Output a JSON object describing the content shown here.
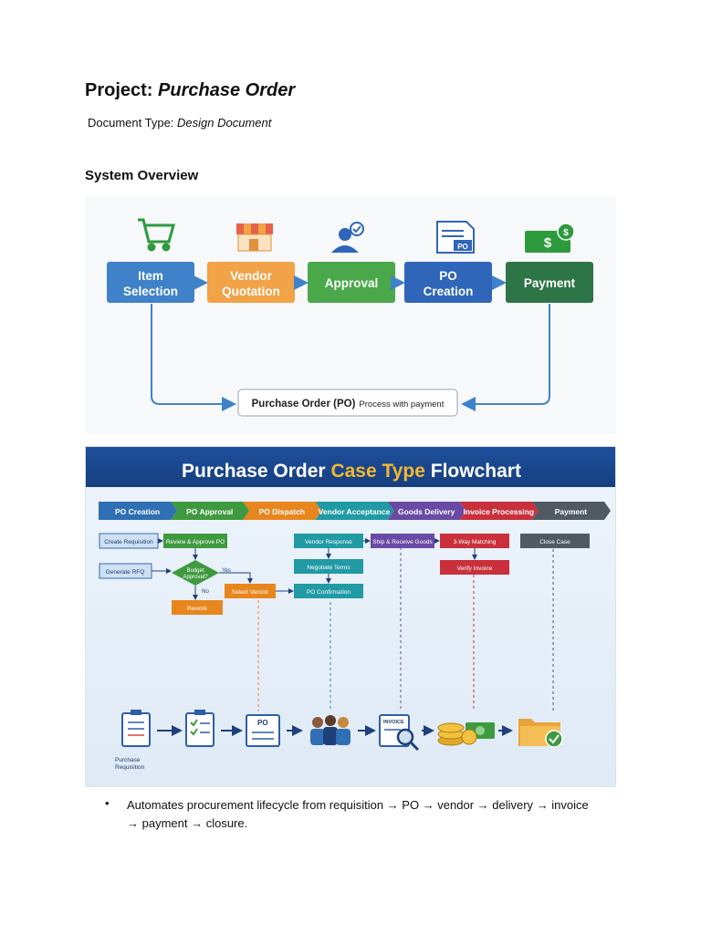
{
  "doc": {
    "title_prefix": "Project: ",
    "title_italic": "Purchase Order",
    "doctype_prefix": "Document Type: ",
    "doctype_italic": "Design Document",
    "section_heading": "System Overview",
    "bullet_symbol": "•",
    "bullet_text": "Automates procurement lifecycle from requisition → PO → vendor → delivery → invoice → payment → closure."
  },
  "overview": {
    "steps": [
      {
        "line1": "Item",
        "line2": "Selection",
        "color": "#3f82c9",
        "icon": "shopping-cart-icon"
      },
      {
        "line1": "Vendor",
        "line2": "Quotation",
        "color": "#f2a247",
        "icon": "storefront-icon"
      },
      {
        "line1": "Approval",
        "line2": "",
        "color": "#4aa84a",
        "icon": "user-check-icon"
      },
      {
        "line1": "PO",
        "line2": "Creation",
        "color": "#2f66b9",
        "icon": "po-document-icon"
      },
      {
        "line1": "Payment",
        "line2": "",
        "color": "#2d7446",
        "icon": "cash-icon"
      }
    ],
    "po_icon_label": "PO",
    "dollar_label": "$",
    "result_bold": "Purchase Order (PO)",
    "result_rest": "Process with payment"
  },
  "flowchart": {
    "title_part1": "Purchase Order ",
    "title_part2": "Case Type",
    "title_part3": " Flowchart",
    "stages": [
      {
        "label": "PO Creation",
        "color": "#2f6fb3"
      },
      {
        "label": "PO Approval",
        "color": "#3f9a3f"
      },
      {
        "label": "PO Dispatch",
        "color": "#e8861e"
      },
      {
        "label": "Vendor Acceptance",
        "color": "#219aa4"
      },
      {
        "label": "Goods Delivery",
        "color": "#6a4aa5"
      },
      {
        "label": "Invoice Processing",
        "color": "#c9303c"
      },
      {
        "label": "Payment",
        "color": "#515a63"
      }
    ],
    "boxes": {
      "create_requisition": "Create Requisition",
      "review_approve": "Review & Approve PO",
      "generate_rfq": "Generate RFQ",
      "budget_l1": "Budget",
      "budget_l2": "Approval?",
      "yes": "Yes",
      "no": "No",
      "rework": "Rework",
      "select_vendor": "Select Vendor",
      "vendor_response": "Vendor Response",
      "negotiate_terms": "Negotiate Terms",
      "po_confirmation": "PO Confirmation",
      "ship_receive": "Ship & Receive Goods",
      "three_way": "3-Way Matching",
      "verify_invoice": "Verify Invoice",
      "close_case": "Close Case"
    },
    "bottom": {
      "req_label_1": "Purchase",
      "req_label_2": "Requisition",
      "po_label": "PO",
      "invoice_label": "INVOICE"
    }
  }
}
